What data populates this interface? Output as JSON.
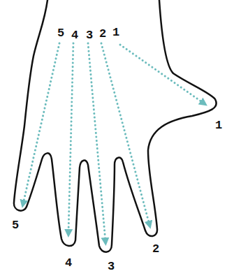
{
  "diagram": {
    "labels": [
      "5",
      "4",
      "3",
      "2",
      "1",
      "1",
      "5",
      "2",
      "4",
      "3"
    ]
  }
}
